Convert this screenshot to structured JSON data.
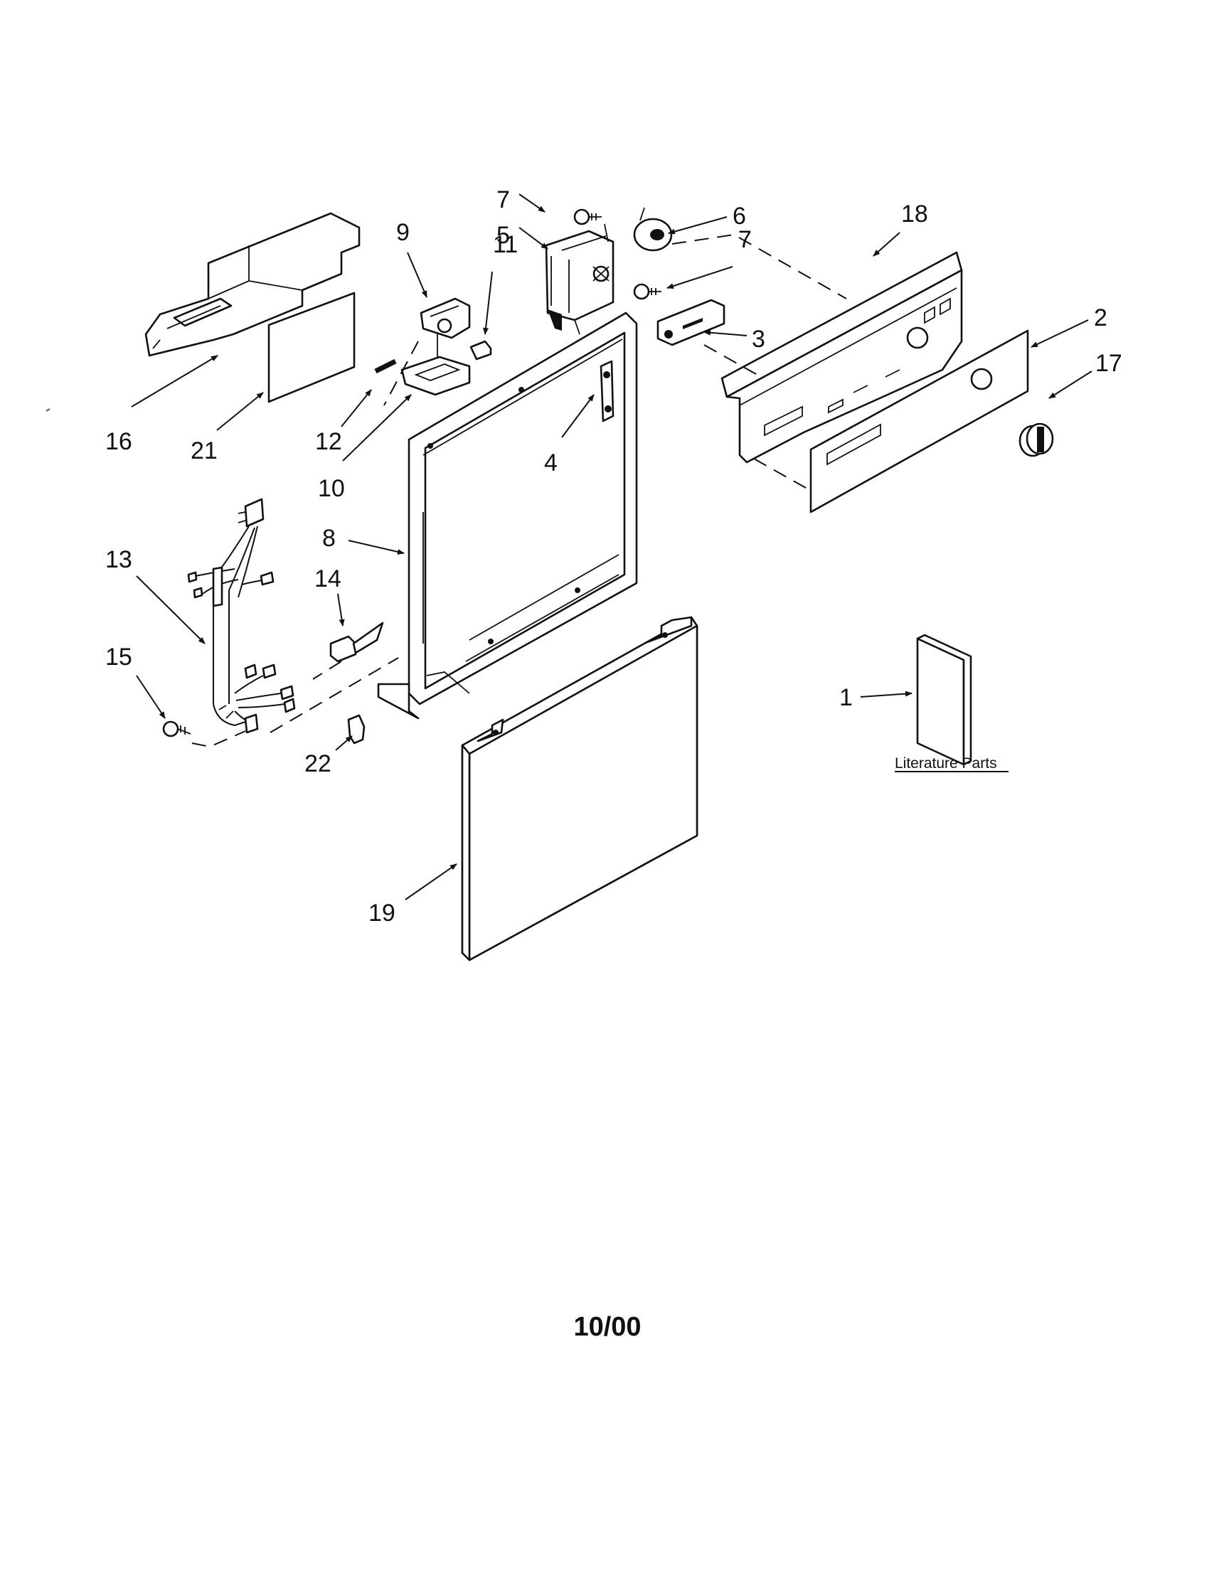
{
  "callouts": {
    "c1": "1",
    "c2": "2",
    "c3": "3",
    "c4": "4",
    "c5": "5",
    "c6": "6",
    "c7a": "7",
    "c7b": "7",
    "c8": "8",
    "c9": "9",
    "c10": "10",
    "c11": "11",
    "c12": "12",
    "c13": "13",
    "c14": "14",
    "c15": "15",
    "c16": "16",
    "c17": "17",
    "c18": "18",
    "c19": "19",
    "c21": "21",
    "c22": "22"
  },
  "literature_label": "Literature Parts",
  "date_code": "10/00"
}
